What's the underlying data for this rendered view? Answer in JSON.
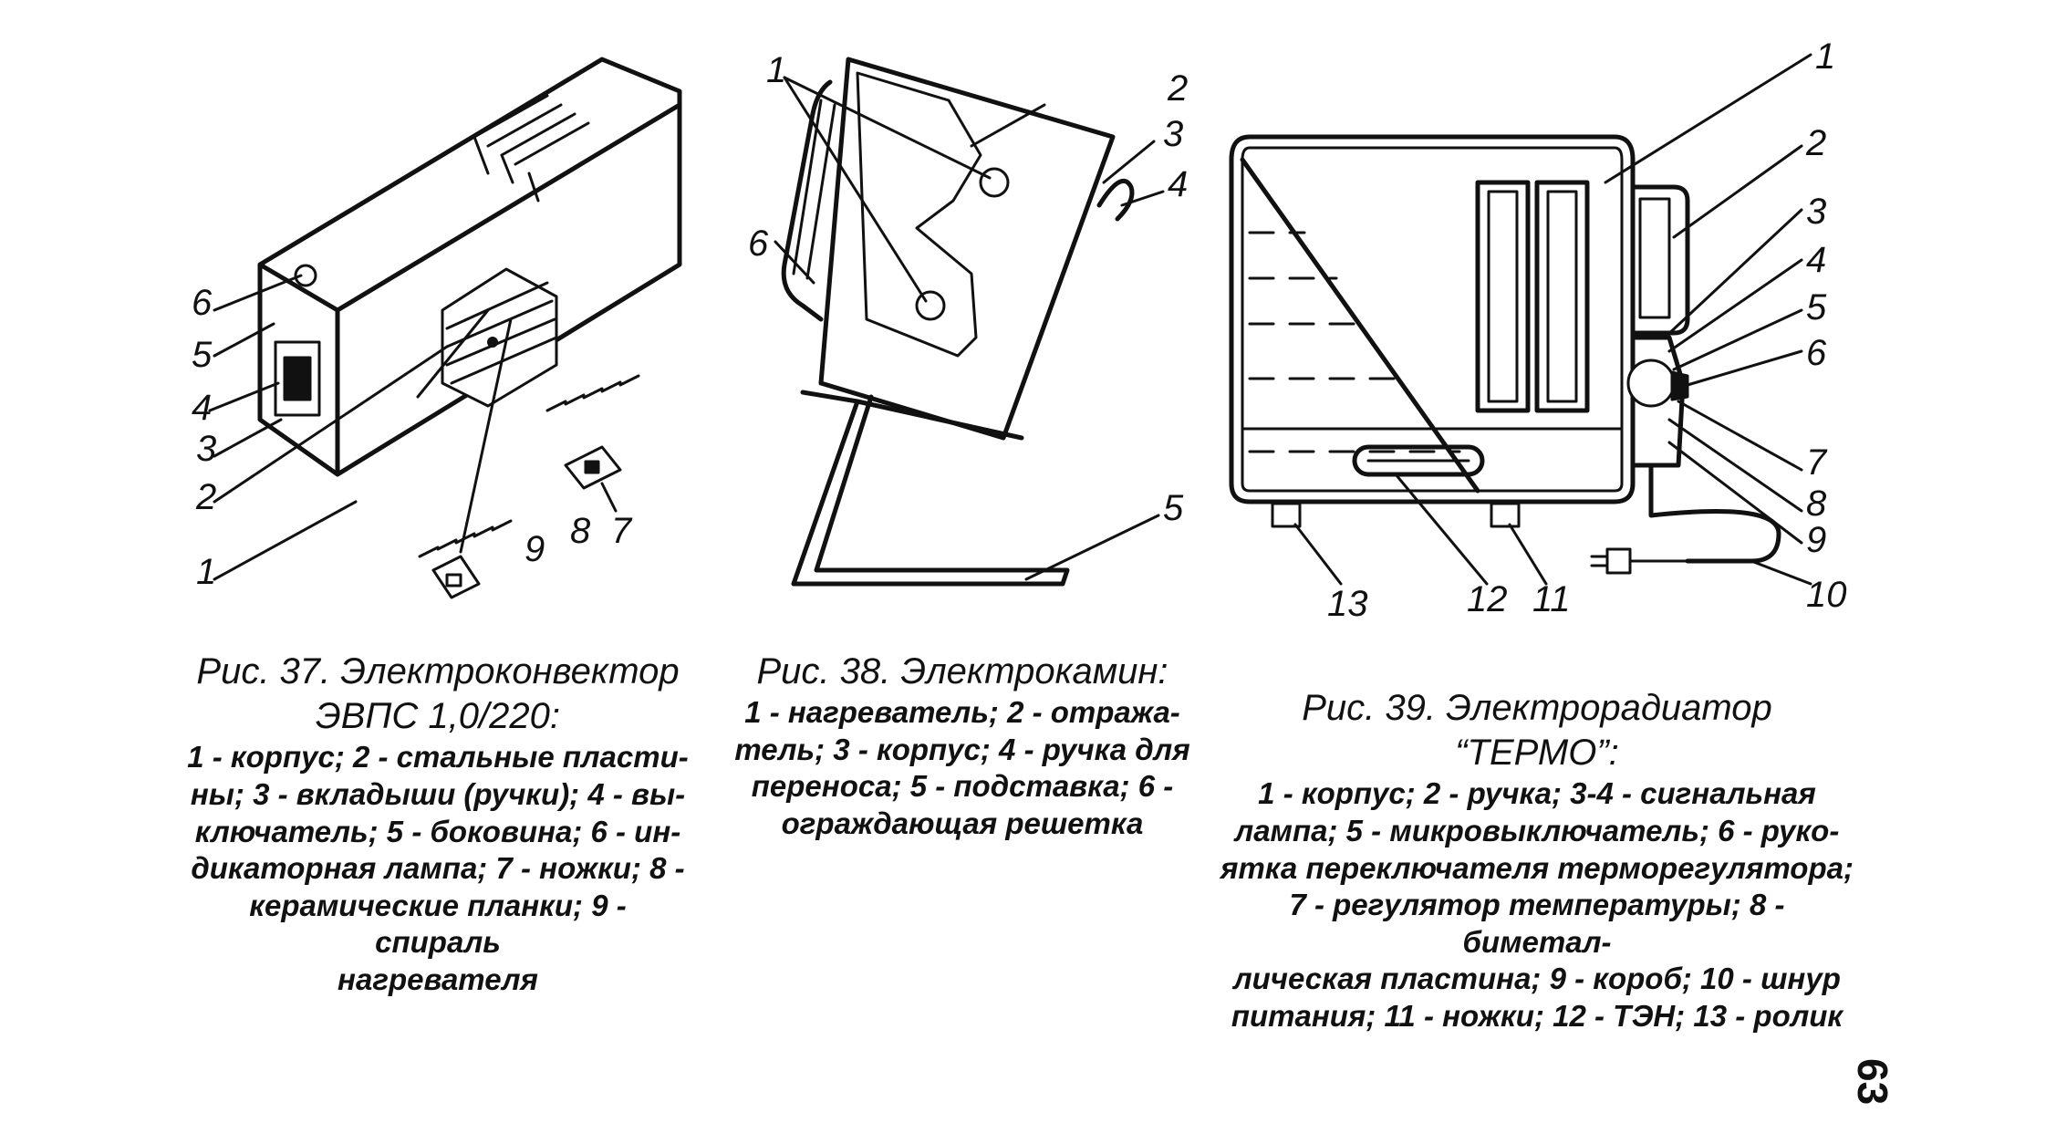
{
  "figures": [
    {
      "id": "fig37",
      "callouts": [
        "1",
        "2",
        "3",
        "4",
        "5",
        "6",
        "7",
        "8",
        "9"
      ],
      "title_lines": [
        "Рис. 37. Электроконвектор",
        "ЭВПС 1,0/220:"
      ],
      "body_lines": [
        "1 - корпус; 2 - стальные пласти-",
        "ны; 3 - вкладыши (ручки); 4 - вы-",
        "ключатель; 5 - боковина; 6 - ин-",
        "дикаторная лампа; 7 - ножки; 8 -",
        "керамические планки; 9 - спираль",
        "нагревателя"
      ]
    },
    {
      "id": "fig38",
      "callouts": [
        "1",
        "2",
        "3",
        "4",
        "5",
        "6"
      ],
      "title_lines": [
        "Рис. 38. Электрокамин:"
      ],
      "body_lines": [
        "1 - нагреватель; 2 - отража-",
        "тель; 3 - корпус; 4 - ручка для",
        "переноса; 5 - подставка; 6 -",
        "ограждающая решетка"
      ]
    },
    {
      "id": "fig39",
      "callouts": [
        "1",
        "2",
        "3",
        "4",
        "5",
        "6",
        "7",
        "8",
        "9",
        "10",
        "11",
        "12",
        "13"
      ],
      "title_lines": [
        "Рис. 39. Электрорадиатор “ТЕРМО”:"
      ],
      "body_lines": [
        "1 - корпус; 2 - ручка; 3-4 - сигнальная",
        "лампа; 5 - микровыключатель; 6 - руко-",
        "ятка переключателя терморегулятора;",
        "7 - регулятор температуры; 8 - биметал-",
        "лическая пластина; 9 - короб; 10 - шнур",
        "питания; 11 - ножки; 12 - ТЭН; 13 - ролик"
      ]
    }
  ],
  "page_number": "63"
}
